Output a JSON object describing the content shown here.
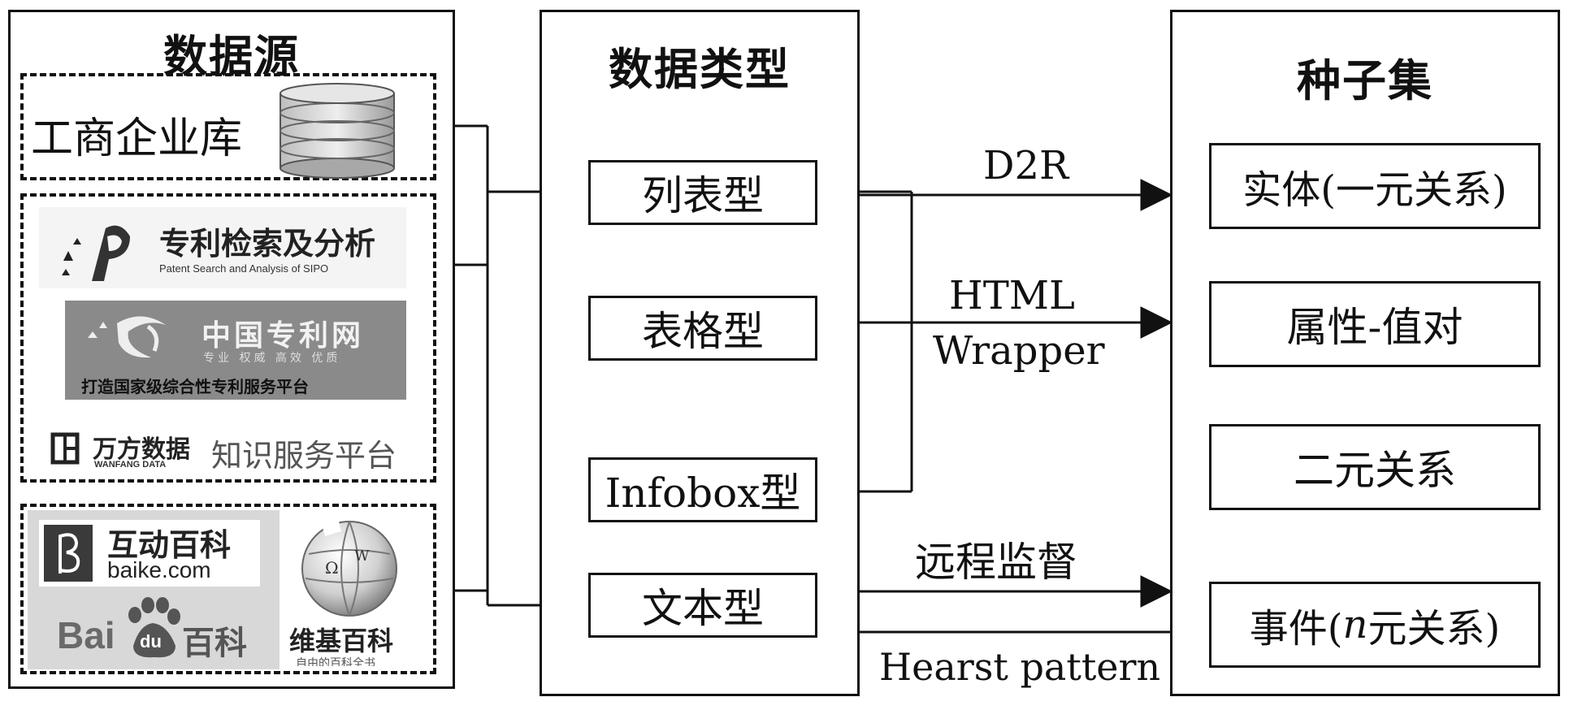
{
  "sources": {
    "title": "数据源",
    "group1": {
      "label": "工商企业库",
      "icon": "database-icon"
    },
    "group2": {
      "patent_search": {
        "title": "专利检索及分析",
        "subtitle": "Patent Search and Analysis of SIPO"
      },
      "china_patent": {
        "title": "中国专利网",
        "tagline": "专业 权威 高效 优质",
        "slogan": "打造国家级综合性专利服务平台"
      },
      "wanfang": {
        "name": "万方数据",
        "name_en": "WANFANG DATA",
        "service": "知识服务平台"
      }
    },
    "group3": {
      "hudong": {
        "title": "互动百科",
        "domain": "baike.com"
      },
      "baidu": {
        "brand": "Bai",
        "brand_du": "du",
        "baike": "百科"
      },
      "wiki": {
        "title": "维基百科",
        "subtitle": "自由的百科全书"
      }
    }
  },
  "types": {
    "title": "数据类型",
    "items": [
      "列表型",
      "表格型",
      "Infobox型",
      "文本型"
    ]
  },
  "seeds": {
    "title": "种子集",
    "items": [
      "实体(一元关系)",
      "属性-值对",
      "二元关系"
    ],
    "event": {
      "prefix": "事件(",
      "italic": "n",
      "suffix": "元关系)"
    }
  },
  "edges": {
    "d2r": "D2R",
    "html": "HTML",
    "wrapper": "Wrapper",
    "supervision": "远程监督",
    "hearst": "Hearst pattern"
  }
}
